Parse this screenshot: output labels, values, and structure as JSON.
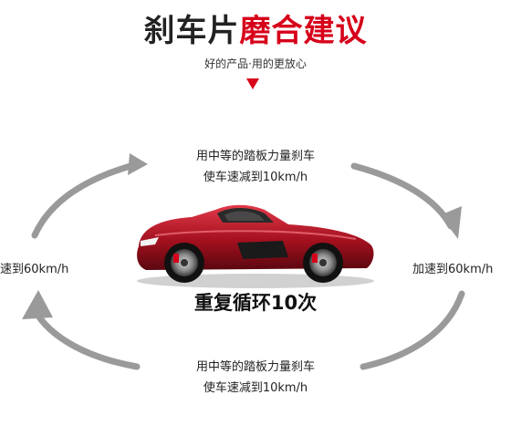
{
  "header": {
    "title_part1": "刹车片",
    "title_part2": "磨合建议",
    "subtitle": "好的产品·用的更放心",
    "accent_color": "#d7001a"
  },
  "cycle": {
    "top_line1": "用中等的踏板力量刹车",
    "top_line2": "使车速减到10km/h",
    "right_label": "加速到60km/h",
    "bottom_line1": "用中等的踏板力量刹车",
    "bottom_line2": "使车速减到10km/h",
    "left_label": "速到60km/h",
    "center_label": "重复循环10次",
    "arrow_color": "#9a9a9a"
  },
  "icons": {
    "car": "red-sports-car-icon",
    "arrow": "down-triangle-icon"
  }
}
